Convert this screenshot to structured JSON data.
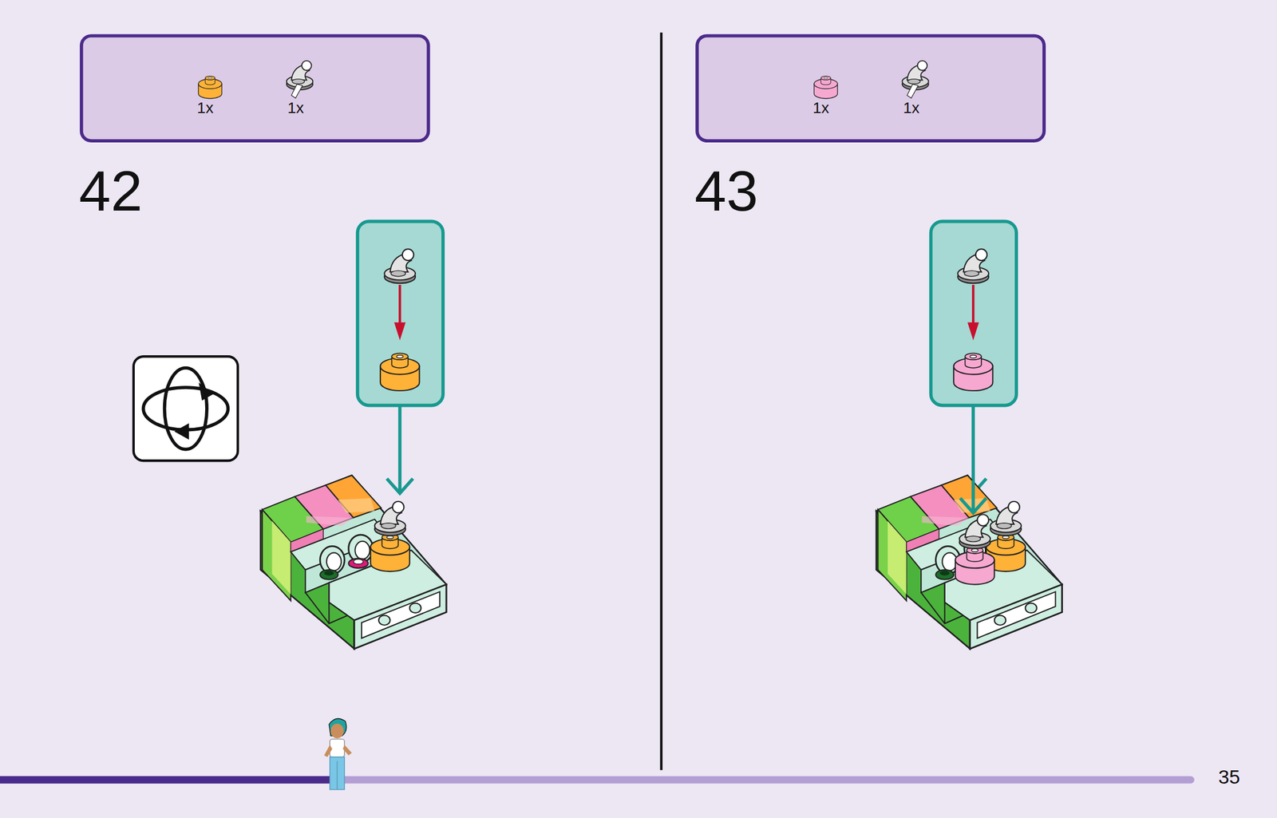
{
  "diagram": {
    "nodes": [
      {
        "text": [
          "1x",
          "1x"
        ]
      },
      {
        "text": [
          "1x",
          "1x"
        ]
      }
    ],
    "edges": [],
    "labels": [
      "42",
      "43",
      "35"
    ]
  }
}
